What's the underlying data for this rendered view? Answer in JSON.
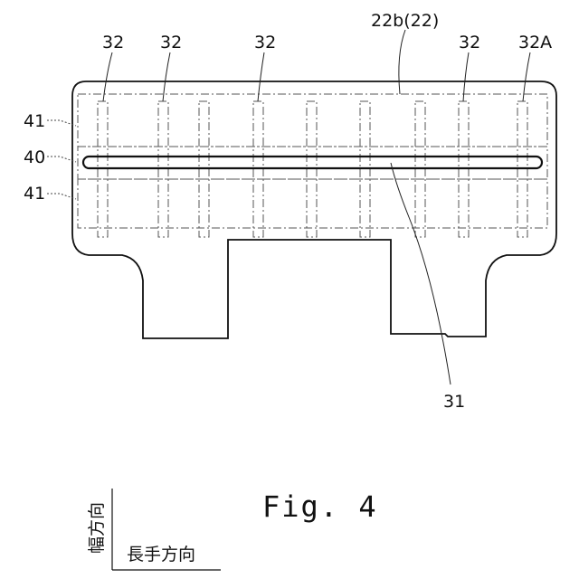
{
  "figure_title": "Fig. 4",
  "labels": {
    "top_32": [
      "32",
      "32",
      "32",
      "32"
    ],
    "top_32A": "32A",
    "plate": "22b(22)",
    "left_41_upper": "41",
    "left_40": "40",
    "left_41_lower": "41",
    "slot": "31"
  },
  "direction": {
    "width_axis": "幅方向",
    "length_axis": "長手方向"
  }
}
